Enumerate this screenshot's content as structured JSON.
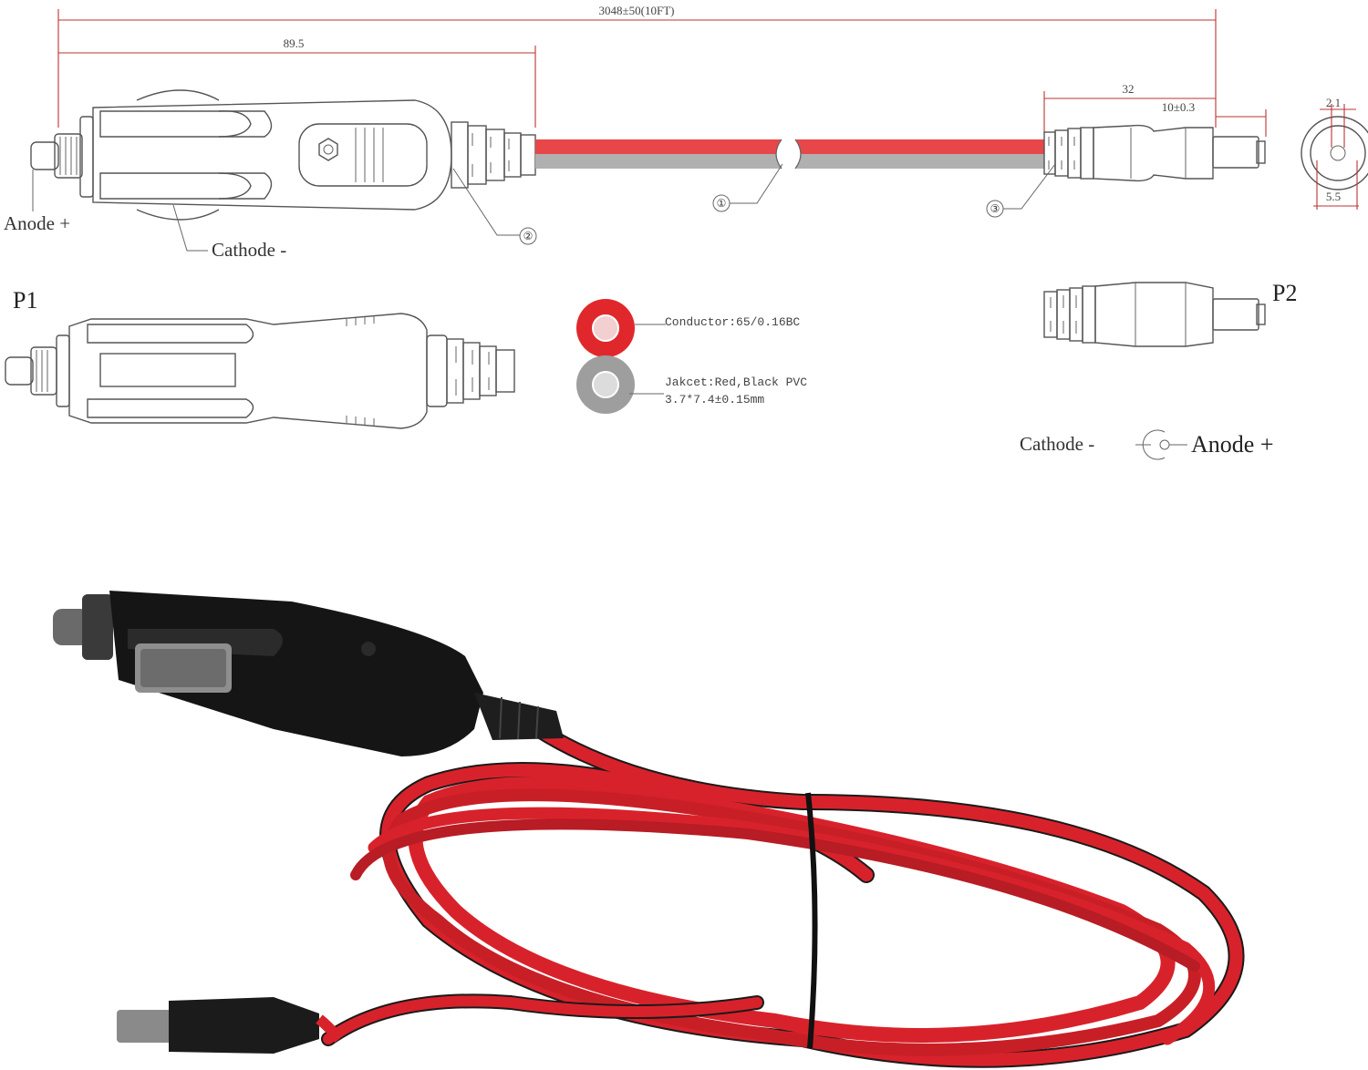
{
  "dimensions": {
    "overall_length": "3048±50(10FT)",
    "plug_length": "89.5",
    "barrel_length": "32",
    "tip_length": "10±0.3",
    "inner_diameter": "2.1",
    "outer_diameter": "5.5"
  },
  "callouts": {
    "one": "①",
    "two": "②",
    "three": "③"
  },
  "labels": {
    "anode_top": "Anode +",
    "cathode_top": "Cathode -",
    "p1": "P1",
    "p2": "P2",
    "polarity_cathode": "Cathode -",
    "polarity_anode": "Anode +"
  },
  "cable_spec": {
    "conductor": "Conductor:65/0.16BC",
    "jacket_line1": "Jakcet:Red,Black PVC",
    "jacket_line2": "3.7*7.4±0.15mm"
  },
  "colors": {
    "red_wire": "#d8222b",
    "black_wire": "#1a1a1a",
    "gray_wire": "#a9a9a9"
  }
}
